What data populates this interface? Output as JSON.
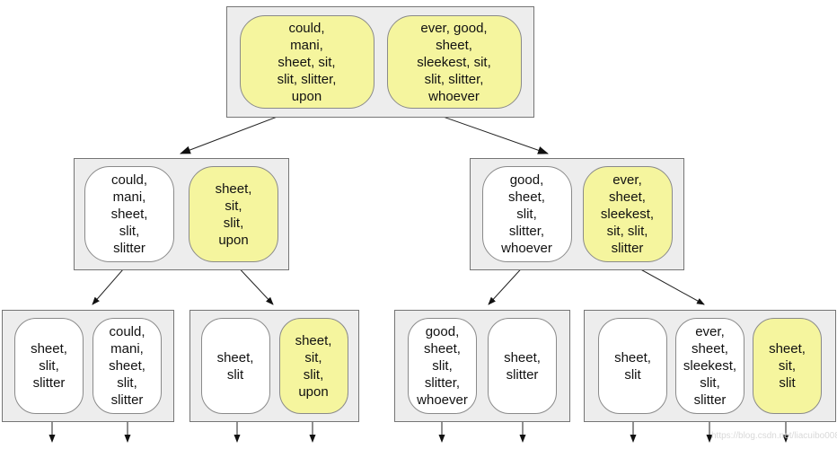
{
  "colors": {
    "highlight_fill": "#f5f59e",
    "node_fill": "#ffffff",
    "container_fill": "#ededed",
    "container_border": "#757575",
    "cell_border": "#8a8a8a",
    "edge": "#222222",
    "text": "#111111"
  },
  "watermark": {
    "text": "https://blog.csdn.net/liacuibo008"
  },
  "tree": {
    "root": {
      "cells": [
        {
          "text": "could,\nmani,\nsheet, sit,\nslit, slitter,\nupon",
          "fill": "#f5f59e"
        },
        {
          "text": "ever, good,\nsheet,\nsleekest, sit,\nslit, slitter,\nwhoever",
          "fill": "#f5f59e"
        }
      ]
    },
    "internal_left": {
      "cells": [
        {
          "text": "could,\nmani,\nsheet,\nslit,\nslitter",
          "fill": "#ffffff"
        },
        {
          "text": "sheet,\nsit,\nslit,\nupon",
          "fill": "#f5f59e"
        }
      ]
    },
    "internal_right": {
      "cells": [
        {
          "text": "good,\nsheet,\nslit,\nslitter,\nwhoever",
          "fill": "#ffffff"
        },
        {
          "text": "ever,\nsheet,\nsleekest,\nsit, slit,\nslitter",
          "fill": "#f5f59e"
        }
      ]
    },
    "leaf1": {
      "cells": [
        {
          "text": "sheet,\nslit,\nslitter",
          "fill": "#ffffff"
        },
        {
          "text": "could,\nmani,\nsheet,\nslit,\nslitter",
          "fill": "#ffffff"
        }
      ]
    },
    "leaf2": {
      "cells": [
        {
          "text": "sheet,\nslit",
          "fill": "#ffffff"
        },
        {
          "text": "sheet,\nsit,\nslit,\nupon",
          "fill": "#f5f59e"
        }
      ]
    },
    "leaf3": {
      "cells": [
        {
          "text": "good,\nsheet,\nslit,\nslitter,\nwhoever",
          "fill": "#ffffff"
        },
        {
          "text": "sheet,\nslitter",
          "fill": "#ffffff"
        }
      ]
    },
    "leaf4": {
      "cells": [
        {
          "text": "sheet,\nslit",
          "fill": "#ffffff"
        },
        {
          "text": "ever,\nsheet,\nsleekest,\nslit,\nslitter",
          "fill": "#ffffff"
        },
        {
          "text": "sheet,\nsit,\nslit",
          "fill": "#f5f59e"
        }
      ]
    }
  }
}
